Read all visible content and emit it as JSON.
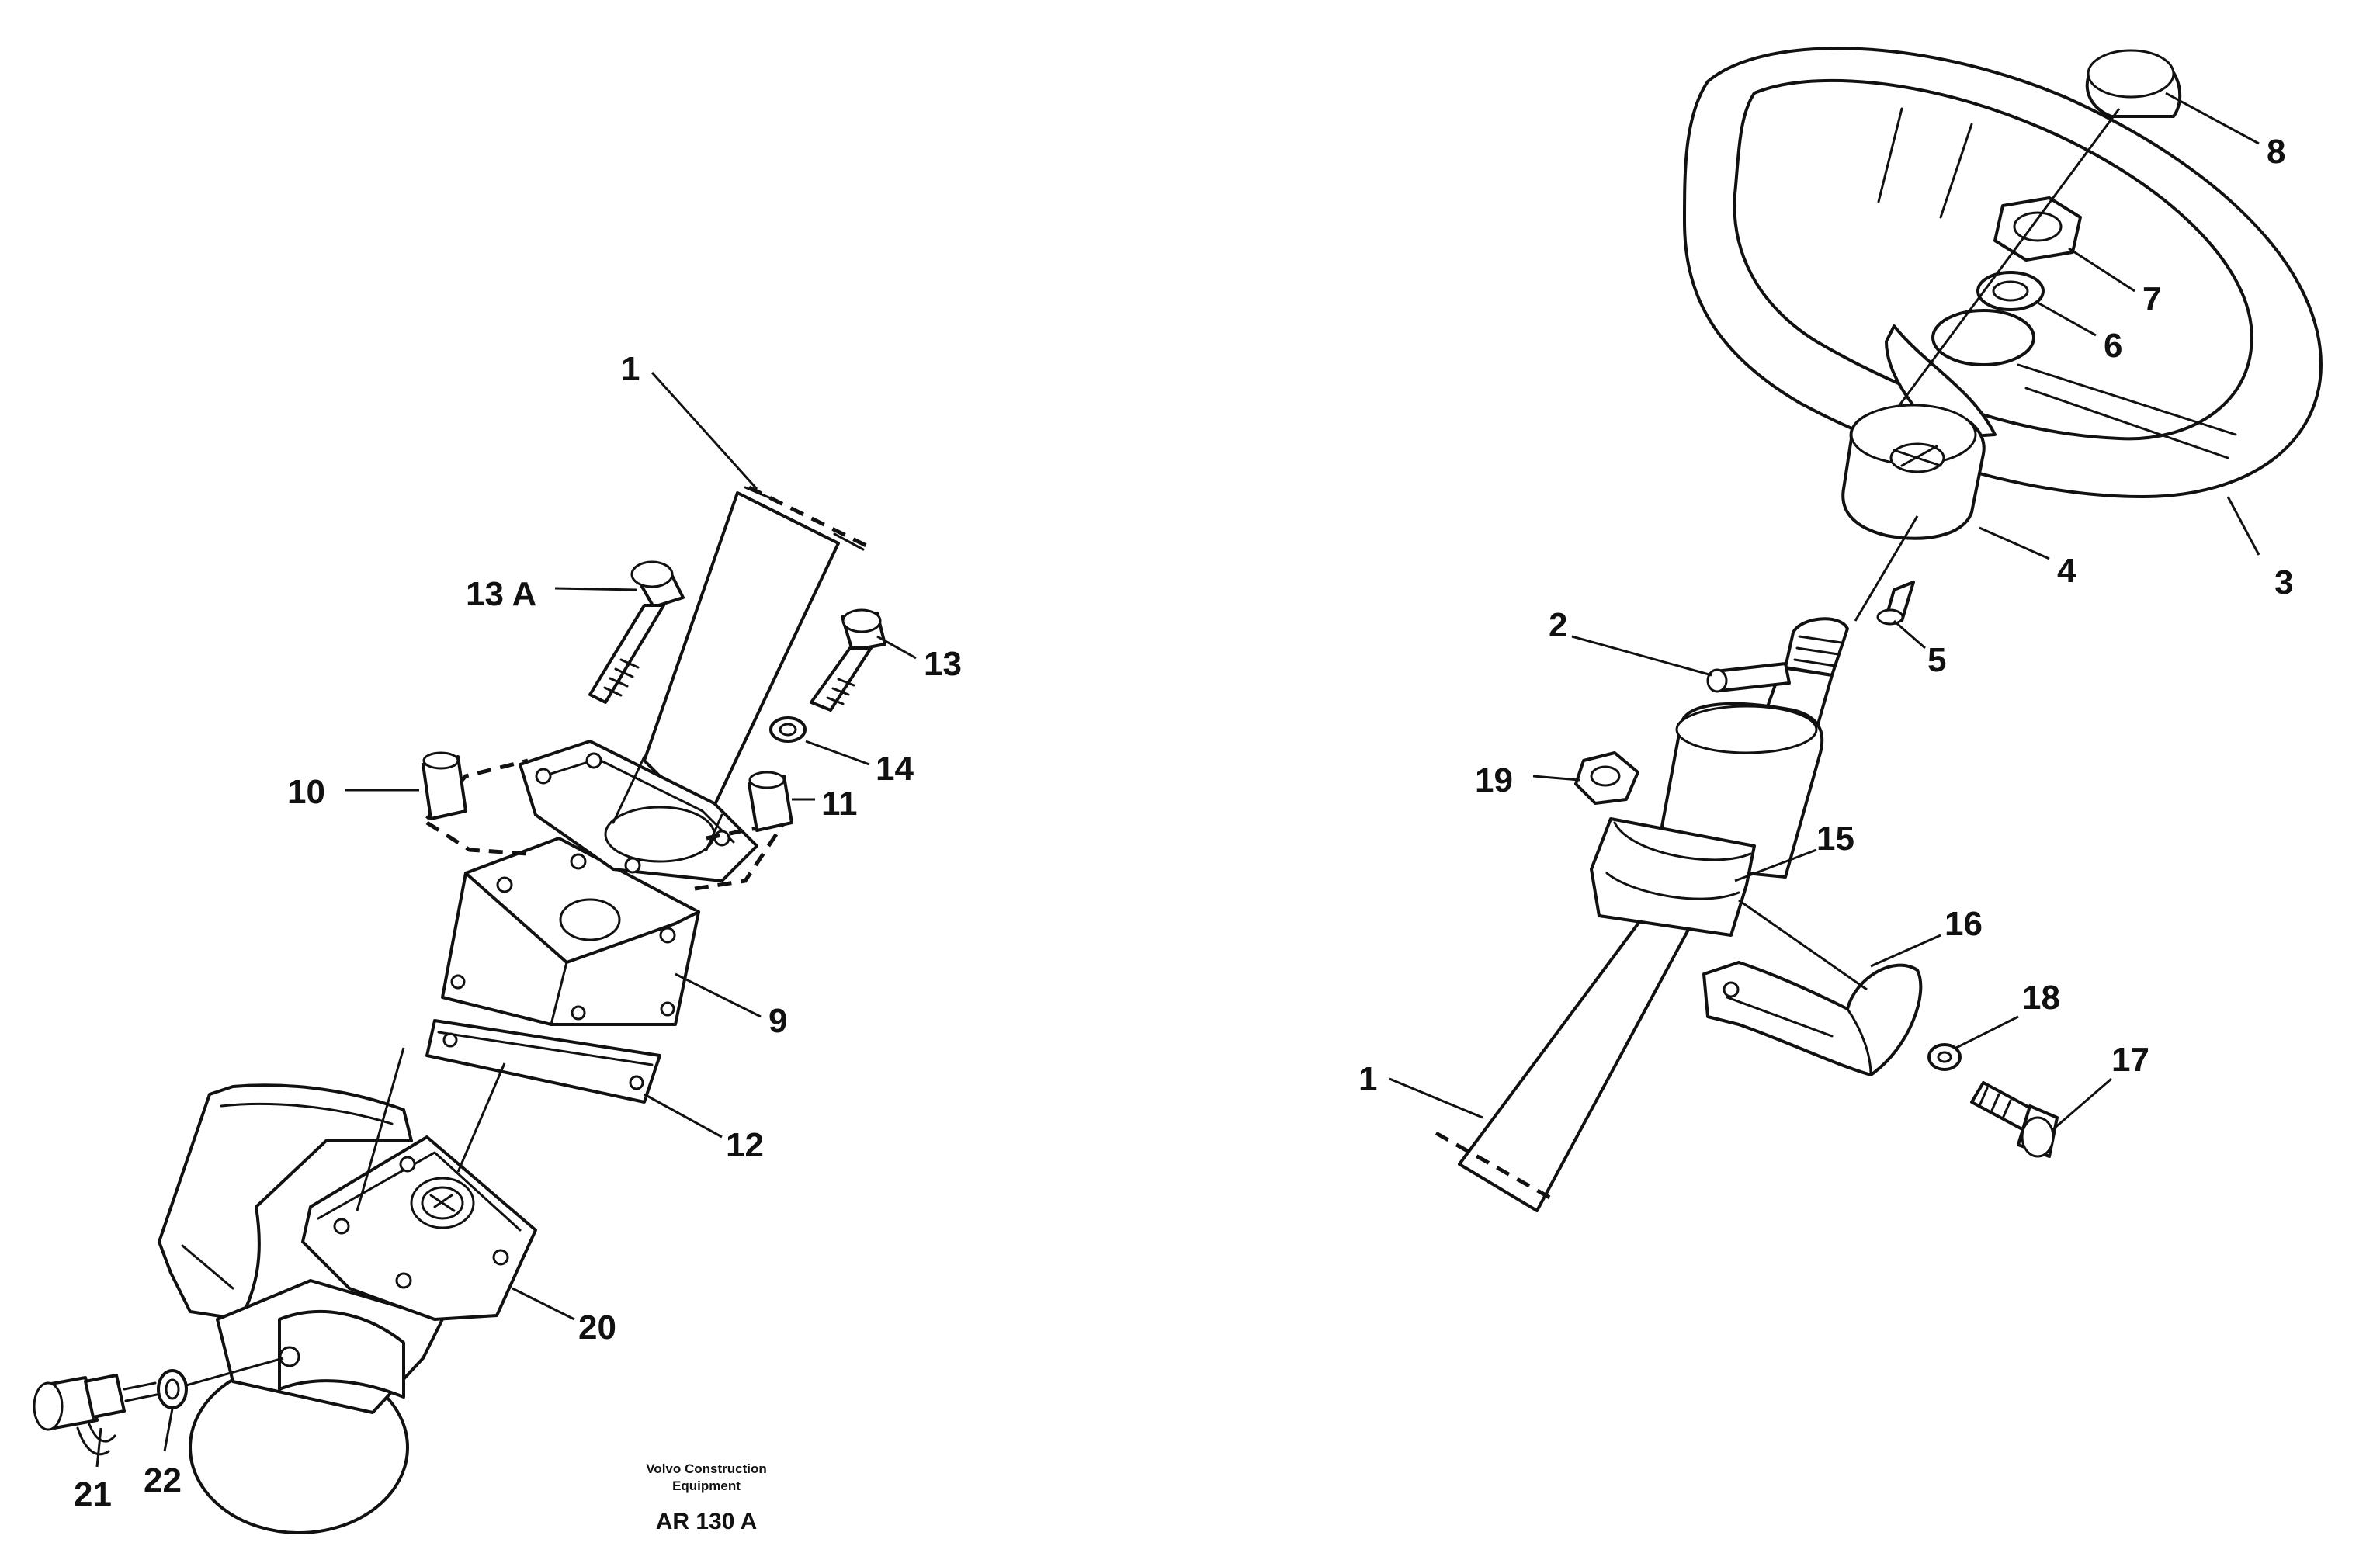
{
  "labels": {
    "left": {
      "column": "1",
      "bolt_flange": "13 A",
      "bolt": "13",
      "washer": "14",
      "spacer_left": "10",
      "spacer_right": "11",
      "adapter": "9",
      "gasket": "12",
      "steering_unit": "20",
      "fitting": "21",
      "seal_washer": "22"
    },
    "right": {
      "column": "1",
      "pin": "2",
      "wheel": "3",
      "hub": "4",
      "screw": "5",
      "washer": "6",
      "nut": "7",
      "cap": "8",
      "bushing": "15",
      "clamp": "16",
      "clamp_bolt": "17",
      "clamp_washer": "18",
      "lock_nut": "19"
    }
  },
  "caption": {
    "company_line1": "Volvo Construction",
    "company_line2": "Equipment",
    "code": "AR 130 A"
  }
}
